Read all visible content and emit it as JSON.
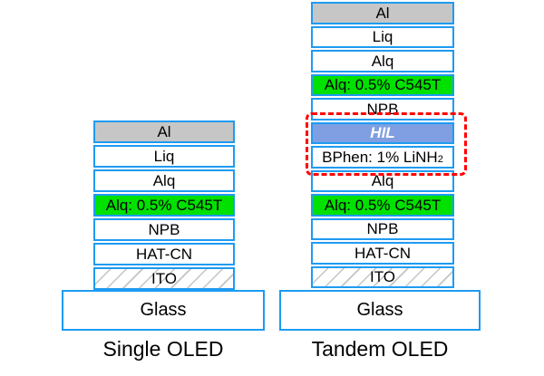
{
  "colors": {
    "border_blue": "#1e9bf2",
    "metal_gray": "#c6c6c6",
    "emitter_green": "#00e100",
    "hil_blue": "#7f9fe2",
    "highlight_red": "#ff0000"
  },
  "stacks": [
    {
      "name": "Single OLED",
      "substrate": "Glass",
      "layers": [
        {
          "label": "Al"
        },
        {
          "label": "Liq"
        },
        {
          "label": "Alq"
        },
        {
          "label": "Alq: 0.5% C545T"
        },
        {
          "label": "NPB"
        },
        {
          "label": "HAT-CN"
        },
        {
          "label": "ITO"
        }
      ]
    },
    {
      "name": "Tandem OLED",
      "substrate": "Glass",
      "layers": [
        {
          "label": "Al"
        },
        {
          "label": "Liq"
        },
        {
          "label": "Alq"
        },
        {
          "label": "Alq: 0.5% C545T"
        },
        {
          "label": "NPB"
        },
        {
          "label": "HIL"
        },
        {
          "label": "BPhen: 1% LiNH",
          "label_sub": "2"
        },
        {
          "label": "Alq"
        },
        {
          "label": "Alq: 0.5% C545T"
        },
        {
          "label": "NPB"
        },
        {
          "label": "HAT-CN"
        },
        {
          "label": "ITO"
        }
      ]
    }
  ]
}
